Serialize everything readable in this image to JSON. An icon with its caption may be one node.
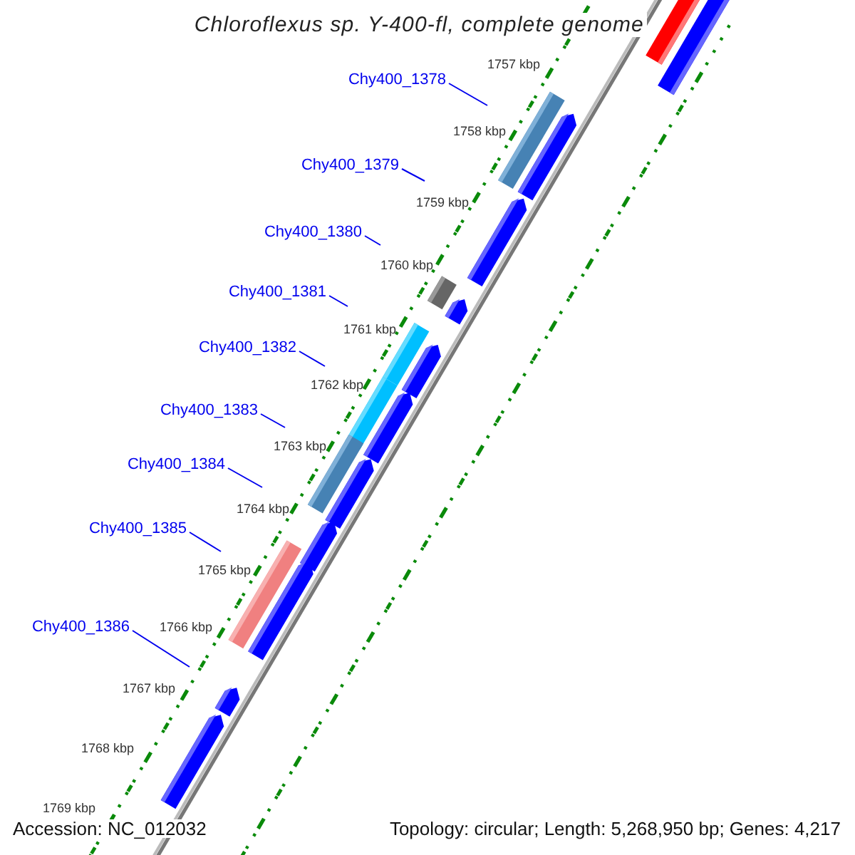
{
  "diagram": {
    "title": "Chloroflexus sp. Y-400-fl, complete genome",
    "nodes": [
      {
        "text": [
          "Chy400_1378"
        ]
      },
      {
        "text": [
          "Chy400_1379"
        ]
      },
      {
        "text": [
          "Chy400_1380"
        ]
      },
      {
        "text": [
          "Chy400_1381"
        ]
      },
      {
        "text": [
          "Chy400_1382"
        ]
      },
      {
        "text": [
          "Chy400_1383"
        ]
      },
      {
        "text": [
          "Chy400_1384"
        ]
      },
      {
        "text": [
          "Chy400_1385"
        ]
      },
      {
        "text": [
          "Chy400_1386"
        ]
      }
    ],
    "edges": [
      {
        "from": 0,
        "to": null,
        "arrow": "none"
      },
      {
        "from": 1,
        "to": null,
        "arrow": "none"
      },
      {
        "from": 2,
        "to": null,
        "arrow": "none"
      },
      {
        "from": 3,
        "to": null,
        "arrow": "none"
      },
      {
        "from": 4,
        "to": null,
        "arrow": "none"
      },
      {
        "from": 5,
        "to": null,
        "arrow": "none"
      },
      {
        "from": 6,
        "to": null,
        "arrow": "none"
      },
      {
        "from": 7,
        "to": null,
        "arrow": "none"
      },
      {
        "from": 8,
        "to": null,
        "arrow": "none"
      }
    ],
    "labels": [
      "1757 kbp",
      "1758 kbp",
      "1759 kbp",
      "1760 kbp",
      "1761 kbp",
      "1762 kbp",
      "1763 kbp",
      "1764 kbp",
      "1765 kbp",
      "1766 kbp",
      "1767 kbp",
      "1768 kbp",
      "1769 kbp",
      "Accession: NC_012032",
      "Topology: circular; Length: 5,268,950 bp; Genes: 4,217"
    ]
  }
}
